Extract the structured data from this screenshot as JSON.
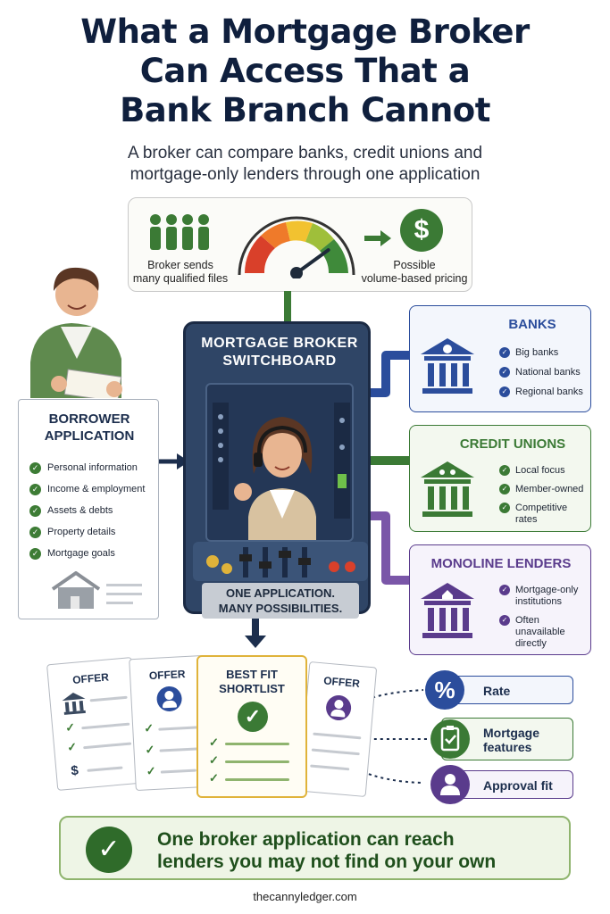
{
  "title_lines": [
    "What a Mortgage Broker",
    "Can Access That a",
    "Bank Branch Cannot"
  ],
  "subtitle_lines": [
    "A broker can compare banks, credit unions and",
    "mortgage-only lenders through one application"
  ],
  "top_panel": {
    "left_caption": [
      "Broker sends",
      "many qualified files"
    ],
    "right_caption": [
      "Possible",
      "volume-based pricing"
    ],
    "dollar_symbol": "$",
    "gauge_level": 0.8
  },
  "switchboard": {
    "title": [
      "MORTGAGE BROKER",
      "SWITCHBOARD"
    ],
    "caption": [
      "ONE APPLICATION.",
      "MANY POSSIBILITIES."
    ]
  },
  "borrower": {
    "title": [
      "BORROWER",
      "APPLICATION"
    ],
    "items": [
      "Personal information",
      "Income & employment",
      "Assets & debts",
      "Property details",
      "Mortgage goals"
    ]
  },
  "lenders": {
    "banks": {
      "title": "BANKS",
      "items": [
        "Big banks",
        "National banks",
        "Regional banks"
      ],
      "color": "#2b4d9c"
    },
    "credit_unions": {
      "title": "CREDIT UNIONS",
      "items": [
        "Local focus",
        "Member-owned",
        "Competitive rates"
      ],
      "color": "#3b7a35"
    },
    "monoline": {
      "title": "MONOLINE LENDERS",
      "items": [
        "Mortgage-only institutions",
        "Often unavailable directly"
      ],
      "color": "#5a3b8c"
    }
  },
  "offers": {
    "offer_label": "OFFER",
    "shortlist": [
      "BEST FIT",
      "SHORTLIST"
    ],
    "dollar_symbol": "$"
  },
  "results": {
    "rate": "Rate",
    "features": [
      "Mortgage",
      "features"
    ],
    "approval": "Approval fit",
    "percent_symbol": "%"
  },
  "banner": [
    "One broker application can reach",
    "lenders you may not find on your own"
  ],
  "footer": "thecannyledger.com",
  "colors": {
    "navy": "#0f1f3d",
    "green": "#3b7a35",
    "blue": "#2b4d9c",
    "purple": "#5a3b8c",
    "gold": "#e0b33a"
  }
}
